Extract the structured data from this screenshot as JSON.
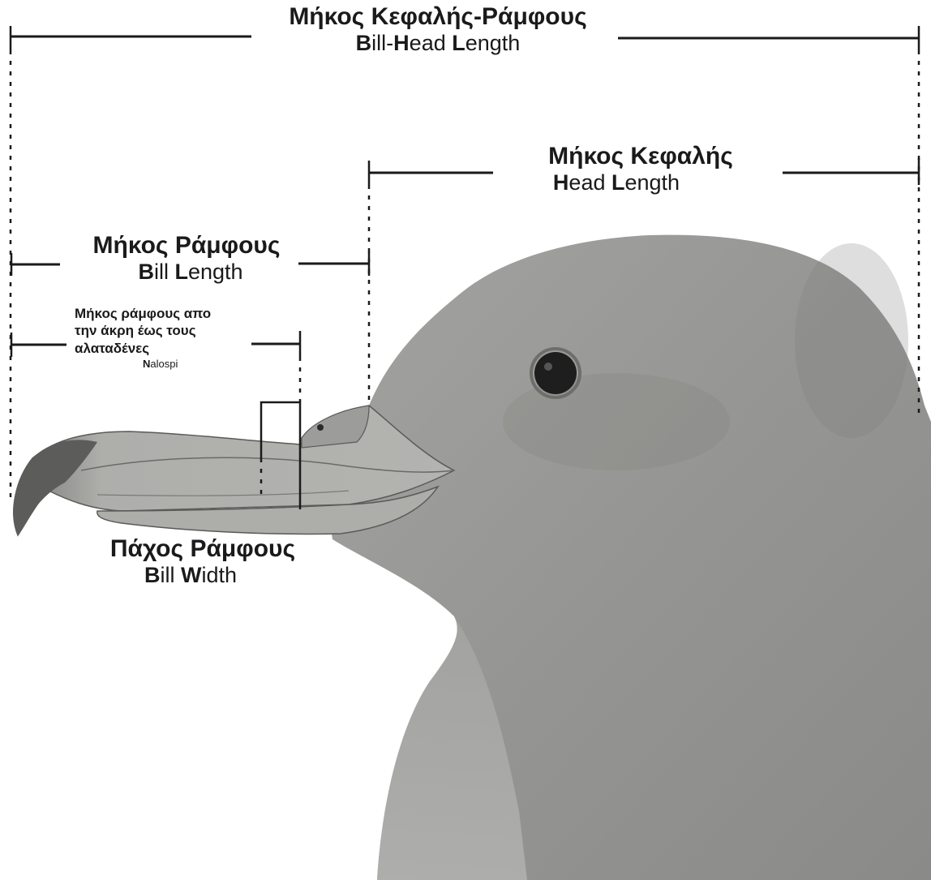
{
  "labels": {
    "bill_head_length": {
      "gr": "Μήκος Κεφαλής-Ράμφους",
      "en_parts": [
        [
          "B",
          true
        ],
        [
          "ill-",
          false
        ],
        [
          "H",
          true
        ],
        [
          "ead ",
          false
        ],
        [
          "L",
          true
        ],
        [
          "ength",
          false
        ]
      ]
    },
    "head_length": {
      "gr": "Μήκος Κεφαλής",
      "en_parts": [
        [
          "H",
          true
        ],
        [
          "ead ",
          false
        ],
        [
          "L",
          true
        ],
        [
          "ength",
          false
        ]
      ]
    },
    "bill_length": {
      "gr": "Μήκος Ράμφους",
      "en_parts": [
        [
          "B",
          true
        ],
        [
          "ill ",
          false
        ],
        [
          "L",
          true
        ],
        [
          "ength",
          false
        ]
      ]
    },
    "nalospi": {
      "gr": "Μήκος ράμφους απο\nτην άκρη έως τους\nαλαταδένες",
      "en_parts": [
        [
          "N",
          true
        ],
        [
          "alospi",
          false
        ]
      ]
    },
    "bill_width": {
      "gr": "Πάχος Ράμφους",
      "en_parts": [
        [
          "B",
          true
        ],
        [
          "ill ",
          false
        ],
        [
          "W",
          true
        ],
        [
          "idth",
          false
        ]
      ]
    }
  },
  "colors": {
    "line": "#1a1a1a",
    "body": "#8f8f8d",
    "head": "#9a9a98",
    "bill": "#a9a9a6",
    "bill_tip": "#5e5e5c",
    "eye": "#1e1e1e"
  }
}
